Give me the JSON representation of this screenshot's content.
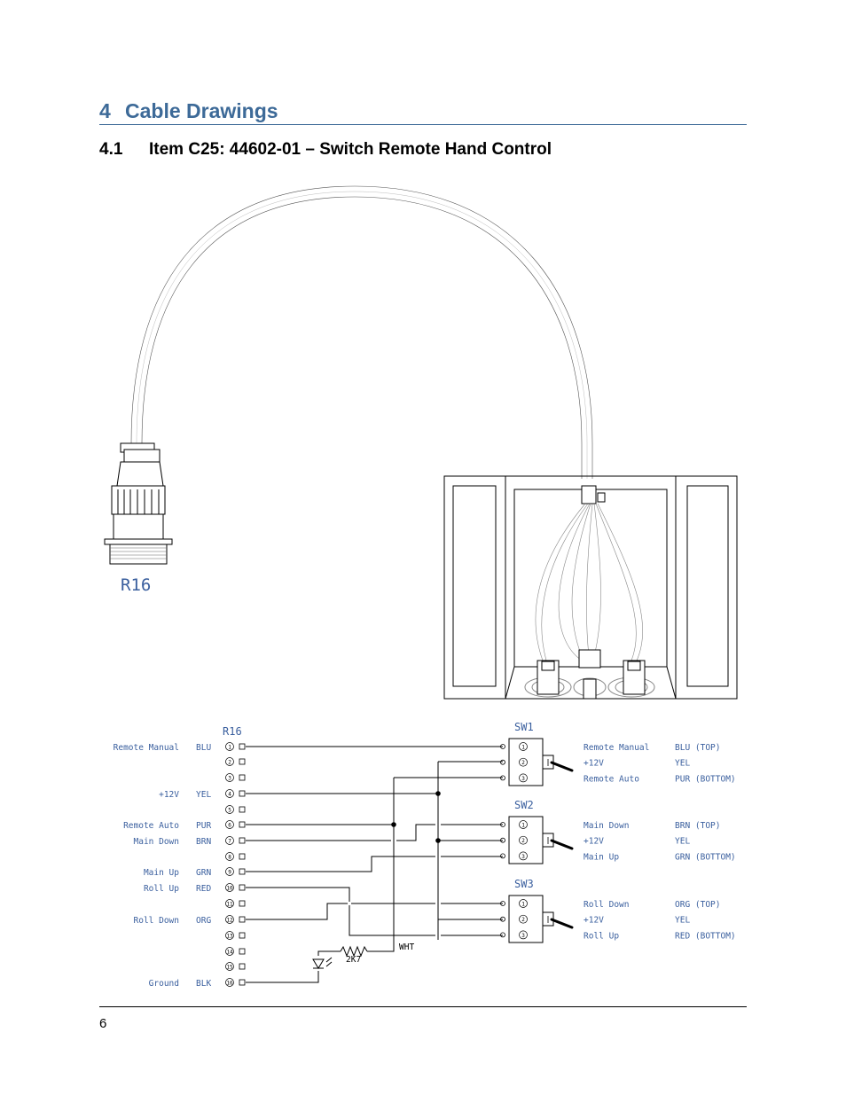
{
  "heading": {
    "number": "4",
    "title": "Cable Drawings"
  },
  "subheading": {
    "number": "4.1",
    "title": "Item C25:  44602-01 – Switch Remote Hand Control"
  },
  "drawing": {
    "connector_label": "R16",
    "schematic": {
      "connector_title": "R16",
      "left_functions": [
        "Remote Manual",
        "",
        "",
        "+12V",
        "",
        "Remote Auto",
        "Main Down",
        "",
        "Main Up",
        "Roll Up",
        "",
        "Roll Down",
        "",
        "",
        "",
        "Ground"
      ],
      "left_colors": [
        "BLU",
        "",
        "",
        "YEL",
        "",
        "PUR",
        "BRN",
        "",
        "GRN",
        "RED",
        "",
        "ORG",
        "",
        "",
        "",
        "BLK"
      ],
      "pin_numbers": [
        "1",
        "2",
        "3",
        "4",
        "5",
        "6",
        "7",
        "8",
        "9",
        "10",
        "11",
        "12",
        "13",
        "14",
        "15",
        "16"
      ],
      "resistor_label": "2K7",
      "wire_label": "WHT",
      "switches": [
        {
          "name": "SW1",
          "pins": [
            "1",
            "2",
            "3"
          ],
          "functions": [
            "Remote Manual",
            "+12V",
            "Remote Auto"
          ],
          "colors": [
            "BLU (TOP)",
            "YEL",
            "PUR (BOTTOM)"
          ]
        },
        {
          "name": "SW2",
          "pins": [
            "1",
            "2",
            "3"
          ],
          "functions": [
            "Main Down",
            "+12V",
            "Main Up"
          ],
          "colors": [
            "BRN (TOP)",
            "YEL",
            "GRN (BOTTOM)"
          ]
        },
        {
          "name": "SW3",
          "pins": [
            "1",
            "2",
            "3"
          ],
          "functions": [
            "Roll Down",
            "+12V",
            "Roll Up"
          ],
          "colors": [
            "ORG (TOP)",
            "YEL",
            "RED (BOTTOM)"
          ]
        }
      ]
    }
  },
  "footer": {
    "page_number": "6"
  },
  "colors": {
    "heading": "#3d6a98",
    "drawing_label": "#3a5f9e"
  }
}
